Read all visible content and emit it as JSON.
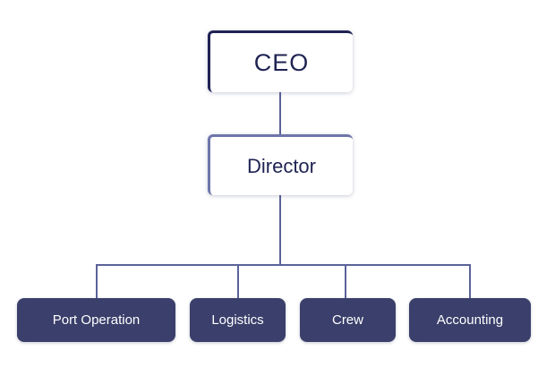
{
  "diagram": {
    "ceo": {
      "label": "CEO"
    },
    "director": {
      "label": "Director"
    },
    "departments": [
      {
        "label": "Port Operation"
      },
      {
        "label": "Logistics"
      },
      {
        "label": "Crew"
      },
      {
        "label": "Accounting"
      }
    ],
    "colors": {
      "ceo_accent": "#1f2353",
      "director_accent": "#6e76aa",
      "department_fill": "#3a3f6b",
      "connector": "#5b6299"
    }
  }
}
